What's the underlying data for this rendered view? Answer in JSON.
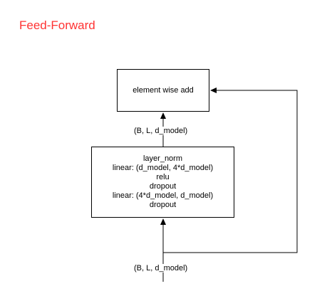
{
  "title": "Feed-Forward",
  "add_box": {
    "label": "element wise add"
  },
  "ff_block": {
    "lines": [
      "layer_norm",
      "linear: (d_model, 4*d_model)",
      "relu",
      "dropout",
      "linear: (4*d_model, d_model)",
      "dropout"
    ]
  },
  "edge_labels": {
    "mid": "(B, L, d_model)",
    "bottom": "(B, L, d_model)"
  },
  "colors": {
    "title": "#ff3333",
    "stroke": "#000000"
  }
}
